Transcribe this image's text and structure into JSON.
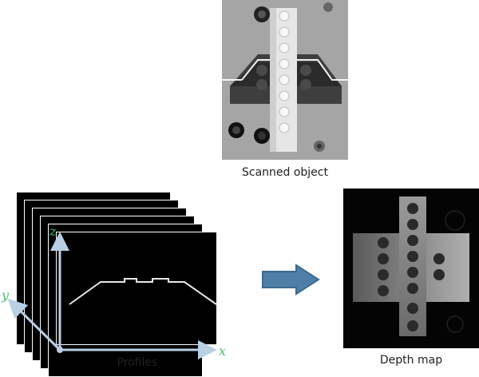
{
  "captions": {
    "scanned_object": "Scanned object",
    "profiles": "Profiles",
    "depth_map": "Depth map"
  },
  "axes": {
    "x": "x",
    "y": "y",
    "z": "z"
  },
  "colors": {
    "axis": "#b8cfe4",
    "axis_label": "#3fbf6a",
    "arrow": "#4f7fa6",
    "arrow_edge": "#3d6a8f",
    "laser": "#e9e9e9"
  },
  "icons": {
    "process_arrow": "right-arrow-icon"
  }
}
